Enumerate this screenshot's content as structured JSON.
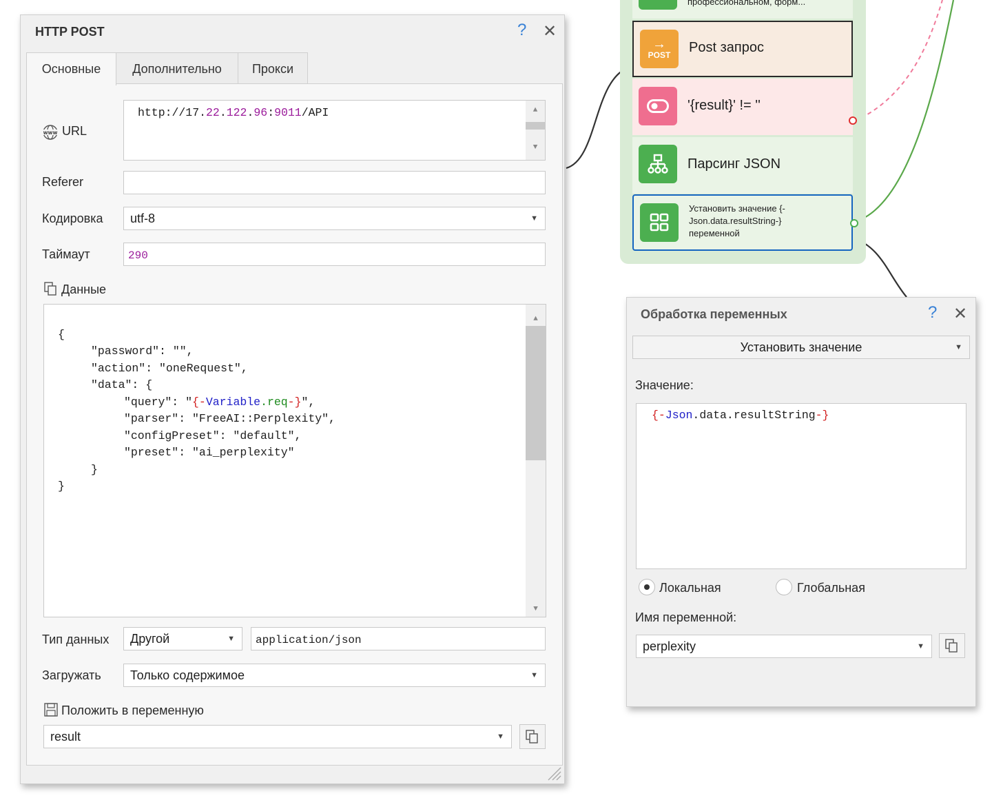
{
  "http_post": {
    "title": "HTTP POST",
    "help": "?",
    "close": "✕",
    "tabs": [
      {
        "label": "Основные",
        "active": true
      },
      {
        "label": "Дополнительно",
        "active": false
      },
      {
        "label": "Прокси",
        "active": false
      }
    ],
    "url_label": "URL",
    "url_parts": [
      "http://17.",
      "22",
      ".",
      "122",
      ".",
      "96",
      ":",
      "9011",
      "/API"
    ],
    "referer_label": "Referer",
    "referer_value": "",
    "encoding_label": "Кодировка",
    "encoding_value": "utf-8",
    "timeout_label": "Таймаут",
    "timeout_value": "290",
    "data_label": "Данные",
    "data_lines": {
      "l1": "{",
      "l2": "\"password\": \"\",",
      "l3": "\"action\": \"oneRequest\",",
      "l4": "\"data\": {",
      "l5_a": "\"query\": \"",
      "l5_b": "{-",
      "l5_c": "Variable",
      "l5_d": ".req",
      "l5_e": "-}",
      "l5_f": "\",",
      "l6": "\"parser\": \"FreeAI::Perplexity\",",
      "l7": "\"configPreset\": \"default\",",
      "l8": "\"preset\": \"ai_perplexity\"",
      "l9": "}",
      "l10": "}"
    },
    "data_type_label": "Тип данных",
    "data_type_value": "Другой",
    "content_type_value": "application/json",
    "load_label": "Загружать",
    "load_value": "Только содержимое",
    "put_var_label": "Положить в переменную",
    "put_var_value": "result"
  },
  "flow": {
    "node0_text": "профессиональном, форм...",
    "node1_text": "Post запрос",
    "node1_icon_label": "POST",
    "node2_text": "'{result}' != ''",
    "node3_text": "Парсинг JSON",
    "node4_text_1": "Установить значение {-",
    "node4_text_2": "Json.data.resultString-}",
    "node4_text_3": "переменной"
  },
  "var_dialog": {
    "title": "Обработка переменных",
    "help": "?",
    "close": "✕",
    "mode_value": "Установить значение",
    "value_label": "Значение:",
    "value_parts": [
      "{-",
      "Json",
      ".data.resultString",
      "-}"
    ],
    "scope_local": "Локальная",
    "scope_global": "Глобальная",
    "scope_selected": "local",
    "var_name_label": "Имя переменной:",
    "var_name_value": "perplexity"
  },
  "colors": {
    "node_selected_border": "#1565c0",
    "node_post_bg": "#f8ebe0",
    "node_post_icon": "#f0a33a",
    "node_cond_bg": "#fde8e8",
    "node_cond_icon": "#ef6e8f",
    "node_green_icon": "#4caf50",
    "group_bg": "#d9ebd5"
  },
  "icons": [
    "www-globe-icon",
    "copy-icon",
    "save-icon",
    "arrow-right-icon",
    "toggle-icon",
    "tree-icon",
    "grid-icon",
    "chevron-down-icon"
  ]
}
